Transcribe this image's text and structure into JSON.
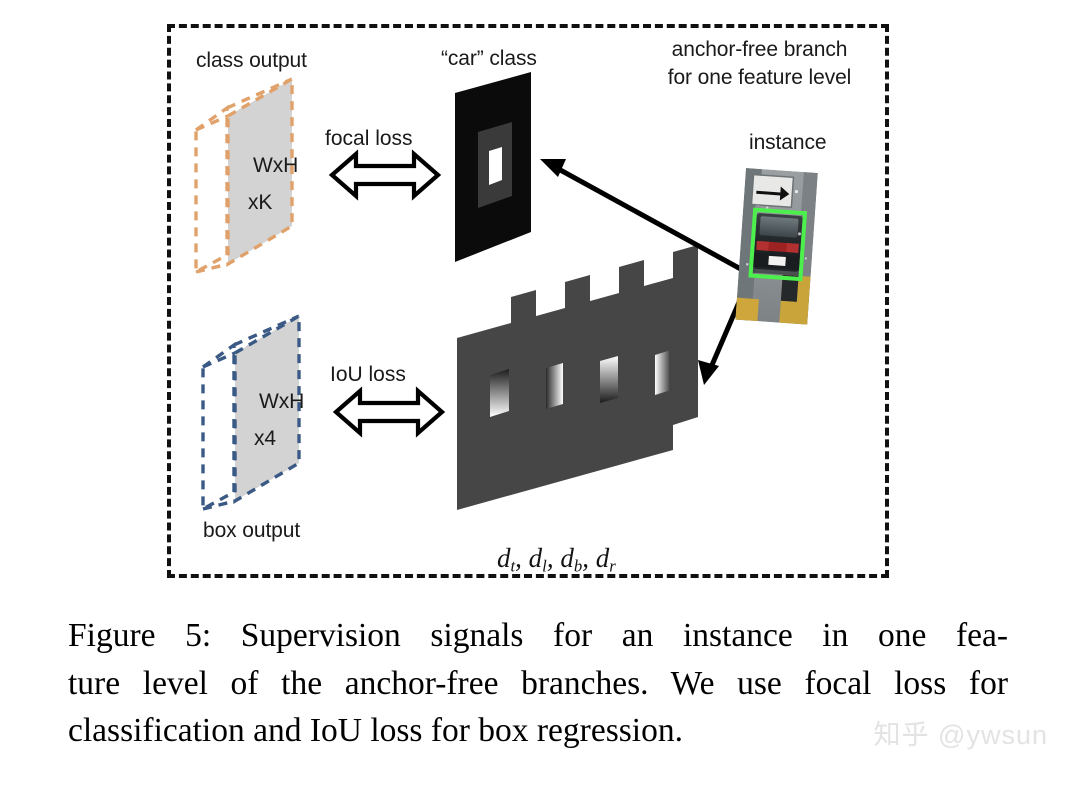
{
  "figure": {
    "container_label": "anchor-free branch\nfor one feature level",
    "labels": {
      "class_output": "class output",
      "car_class": "“car” class",
      "instance": "instance",
      "box_output": "box output",
      "focal_loss": "focal loss",
      "iou_loss": "IoU loss",
      "class_tensor_line1": "WxH",
      "class_tensor_line2": "xK",
      "box_tensor_line1": "WxH",
      "box_tensor_line2": "x4",
      "distance_maps": "d_t, d_l, d_b, d_r",
      "d_t_base": "d",
      "d_t_sub": "t",
      "d_l_base": "d",
      "d_l_sub": "l",
      "d_b_base": "d",
      "d_b_sub": "b",
      "d_r_base": "d",
      "d_r_sub": "r",
      "comma": ", "
    },
    "colors": {
      "class_output_outline": "#e0a26a",
      "box_output_outline": "#3a5a85",
      "tensor_face": "#d3d3d3",
      "car_class_panel": "#0b0b0b",
      "car_class_inner": "#3a3a3a",
      "car_class_center": "#ffffff",
      "dmap_panel": "#464646",
      "frame_dash": "#111111",
      "instance_box": "#4cf04c",
      "arrow_stroke": "#000000",
      "watermark": "#e3e3e3"
    }
  },
  "caption": {
    "line1": "Figure 5:  Supervision signals for an instance in one fea-",
    "line2": "ture level of the anchor-free branches. We use focal loss for",
    "line3": "classification and IoU loss for box regression."
  },
  "watermark": {
    "text": "知乎 @ywsun"
  }
}
